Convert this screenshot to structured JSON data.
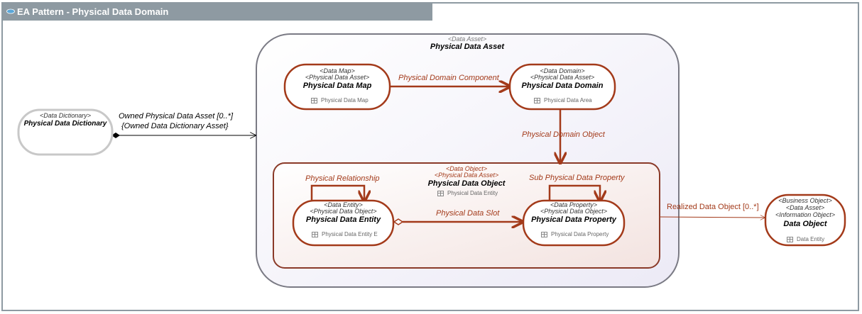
{
  "diagram": {
    "title": "EA Pattern - Physical Data Domain"
  },
  "nodes": {
    "dictionary": {
      "stereotype": "<Data Dictionary>",
      "name": "Physical Data Dictionary"
    },
    "asset": {
      "stereotype": "<Data Asset>",
      "name": "Physical Data Asset"
    },
    "map": {
      "stereotype1": "<Data Map>",
      "stereotype2": "<Physical Data Asset>",
      "name": "Physical Data Map",
      "sub": "Physical Data Map"
    },
    "domain": {
      "stereotype1": "<Data Domain>",
      "stereotype2": "<Physical Data Asset>",
      "name": "Physical Data Domain",
      "sub": "Physical Data Area"
    },
    "object": {
      "stereotype1": "<Data Object>",
      "stereotype2": "<Physical Data Asset>",
      "name": "Physical Data Object",
      "sub": "Physical Data Entity"
    },
    "entity": {
      "stereotype1": "<Data Entity>",
      "stereotype2": "<Physical Data Object>",
      "name": "Physical Data Entity",
      "sub": "Physical Data Entity E"
    },
    "property": {
      "stereotype1": "<Data Property>",
      "stereotype2": "<Physical Data Object>",
      "name": "Physical Data Property",
      "sub": "Physical Data Property"
    },
    "business": {
      "stereotype1": "<Business Object>",
      "stereotype2": "<Data Asset>",
      "stereotype3": "<Information Object>",
      "name": "Data Object",
      "sub": "Data Entity"
    }
  },
  "edges": {
    "owned_asset": "Owned Physical Data Asset [0..*]",
    "owned_asset_constraint": "{Owned Data Dictionary Asset}",
    "domain_component": "Physical Domain Component",
    "domain_object": "Physical Domain Object",
    "relationship": "Physical Relationship",
    "sub_property": "Sub Physical Data Property",
    "data_slot": "Physical Data Slot",
    "realized": "Realized Data Object [0..*]"
  },
  "colors": {
    "frame": "#8e9aa2",
    "accent_red": "#a33a1a",
    "node_grey": "#c8c8c8",
    "container": "#7a7a84"
  },
  "icons": {
    "title": "diagram-icon",
    "subitem": "table-icon"
  }
}
